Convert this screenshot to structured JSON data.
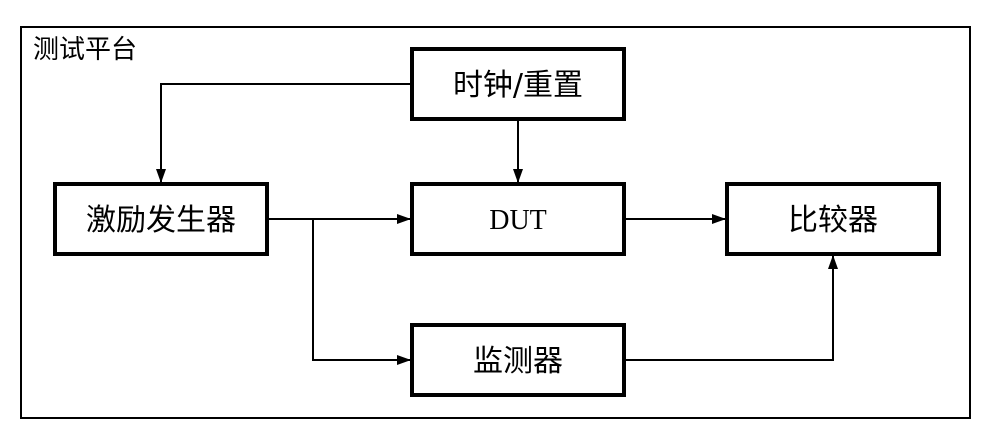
{
  "frame": {
    "title": "测试平台"
  },
  "blocks": {
    "clock_reset": "时钟/重置",
    "stimulus_generator": "激励发生器",
    "dut": "DUT",
    "comparator": "比较器",
    "monitor": "监测器"
  },
  "colors": {
    "stroke": "#000000",
    "background": "#ffffff"
  }
}
